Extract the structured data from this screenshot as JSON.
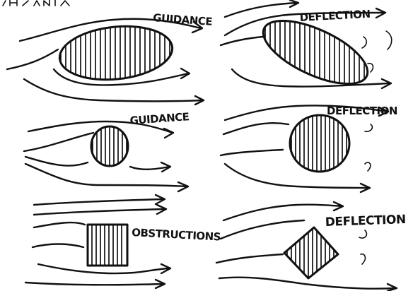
{
  "labels": {
    "top_left": "GUIDANCE",
    "top_right": "DEFLECTION",
    "mid_left": "GUIDANCE",
    "mid_right": "DEFLECTION",
    "bottom_left": "OBSTRUCTIONS",
    "bottom_right": "DEFLECTION"
  },
  "colors": {
    "ink": "#111111",
    "paper": "#ffffff"
  }
}
